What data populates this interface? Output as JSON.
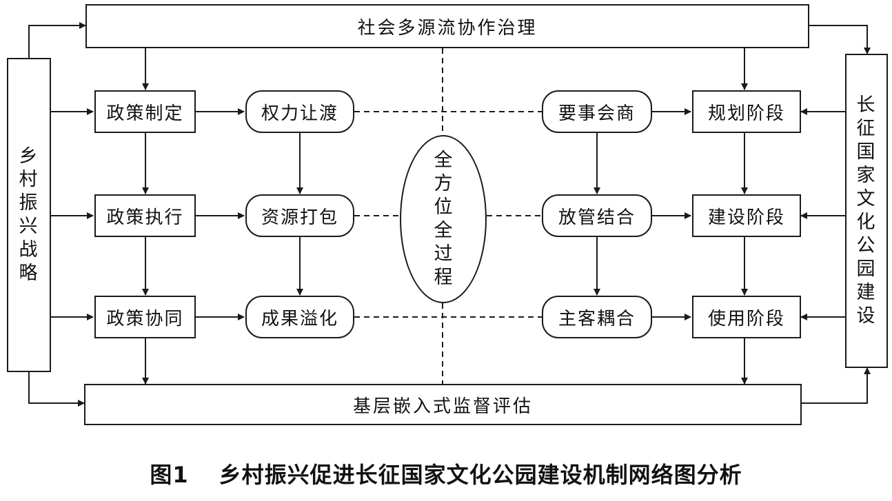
{
  "top_bar": "社会多源流协作治理",
  "bottom_bar": "基层嵌入式监督评估",
  "left_column": "乡村振兴战略",
  "right_column": "长征国家文化公园建设",
  "center_ellipse": "全方位全过程",
  "policy_boxes": [
    "政策制定",
    "政策执行",
    "政策协同"
  ],
  "left_rounded": [
    "权力让渡",
    "资源打包",
    "成果溢化"
  ],
  "right_rounded": [
    "要事会商",
    "放管结合",
    "主客耦合"
  ],
  "stage_boxes": [
    "规划阶段",
    "建设阶段",
    "使用阶段"
  ],
  "caption": {
    "label": "图1",
    "title": "乡村振兴促进长征国家文化公园建设机制网络图分析"
  }
}
